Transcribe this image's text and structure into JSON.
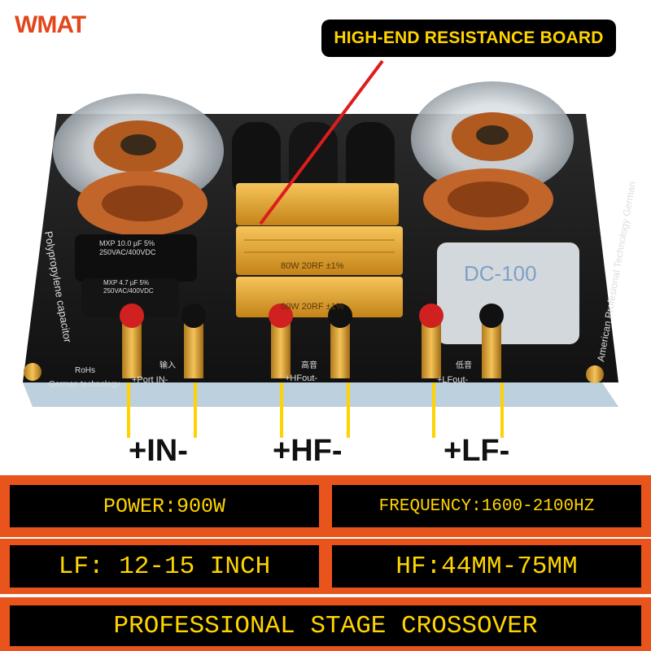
{
  "logo": {
    "text_w": "W",
    "text_rest": "MAT"
  },
  "callout": {
    "text": "HIGH-END RESISTANCE BOARD"
  },
  "board": {
    "cap_left_1": "MXP 10.0 µF 5%",
    "cap_left_1b": "250VAC/400VDC",
    "cap_left_2": "MXP 4.7 µF 5%",
    "cap_left_2b": "250VAC/400VDC",
    "side_text_left": "Polypropylene capacitor",
    "side_text_right": "American Profesional Technology German",
    "resistor_1": "80W 20RF ±1%",
    "resistor_2": "80W 20RF ±1%",
    "protector": "DC-100",
    "port_in": "+Port IN-",
    "hf_out": "+HFout-",
    "lf_out": "+LFout-",
    "rohs": "RoHs",
    "german_tech": "German technology",
    "cn_in": "输入",
    "cn_hf": "高音",
    "cn_lf": "低音"
  },
  "terminals": {
    "in": "+IN-",
    "hf": "+HF-",
    "lf": "+LF-"
  },
  "specs": {
    "power": "POWER:900W",
    "frequency": "FREQUENCY:1600-2100HZ",
    "lf": "LF: 12-15 INCH",
    "hf": "HF:44MM-75MM",
    "title": "PROFESSIONAL STAGE CROSSOVER"
  },
  "colors": {
    "accent_orange": "#e8541b",
    "panel_black": "#000000",
    "text_yellow": "#ffd400",
    "pcb": "#1b1b1b",
    "gold": "#d4a23a"
  }
}
